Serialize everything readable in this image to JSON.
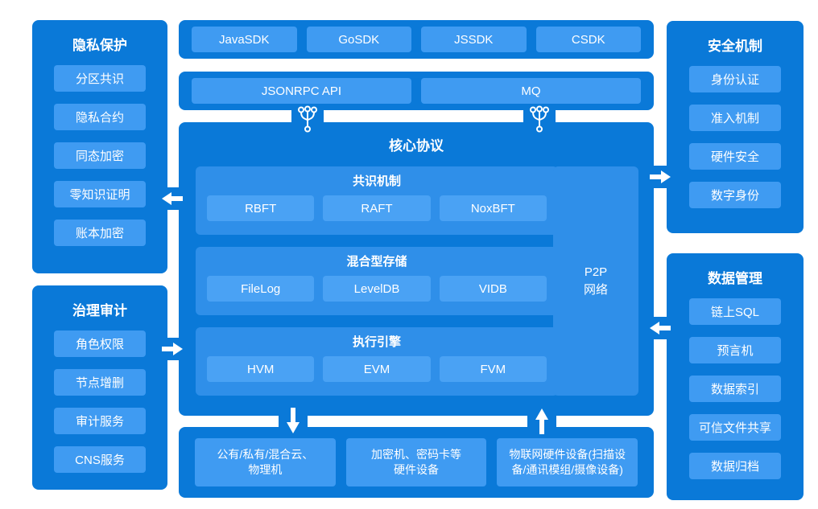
{
  "colors": {
    "container_blue": "#0a79d8",
    "section_blue": "#2f8fe9",
    "item_blue": "#3f9bf2",
    "inner_item_blue": "#4aa2f4",
    "background": "#ffffff",
    "text": "#ffffff"
  },
  "panels": {
    "privacy": {
      "title": "隐私保护",
      "items": [
        "分区共识",
        "隐私合约",
        "同态加密",
        "零知识证明",
        "账本加密"
      ]
    },
    "governance": {
      "title": "治理审计",
      "items": [
        "角色权限",
        "节点增删",
        "审计服务",
        "CNS服务"
      ]
    },
    "security": {
      "title": "安全机制",
      "items": [
        "身份认证",
        "准入机制",
        "硬件安全",
        "数字身份"
      ]
    },
    "data_mgmt": {
      "title": "数据管理",
      "items": [
        "链上SQL",
        "预言机",
        "数据索引",
        "可信文件共享",
        "数据归档"
      ]
    }
  },
  "sdk_row": [
    "JavaSDK",
    "GoSDK",
    "JSSDK",
    "CSDK"
  ],
  "api_row": [
    "JSONRPC API",
    "MQ"
  ],
  "core": {
    "title": "核心协议",
    "sections": [
      {
        "label": "共识机制",
        "items": [
          "RBFT",
          "RAFT",
          "NoxBFT"
        ]
      },
      {
        "label": "混合型存储",
        "items": [
          "FileLog",
          "LevelDB",
          "VIDB"
        ]
      },
      {
        "label": "执行引擎",
        "items": [
          "HVM",
          "EVM",
          "FVM"
        ]
      }
    ],
    "p2p_lines": [
      "P2P",
      "网络"
    ]
  },
  "infra_row": [
    {
      "lines": [
        "公有/私有/混合云、",
        "物理机"
      ]
    },
    {
      "lines": [
        "加密机、密码卡等",
        "硬件设备"
      ]
    },
    {
      "lines": [
        "物联网硬件设备(扫描设",
        "备/通讯模组/摄像设备)"
      ]
    }
  ],
  "icons": {
    "connector": "branch-connector-icon",
    "left_gap": [
      "arrow-left-icon",
      "arrow-right-icon"
    ],
    "right_gap": [
      "arrow-right-icon",
      "arrow-left-icon"
    ],
    "bottom_gap": [
      "arrow-down-icon",
      "arrow-up-icon"
    ]
  }
}
